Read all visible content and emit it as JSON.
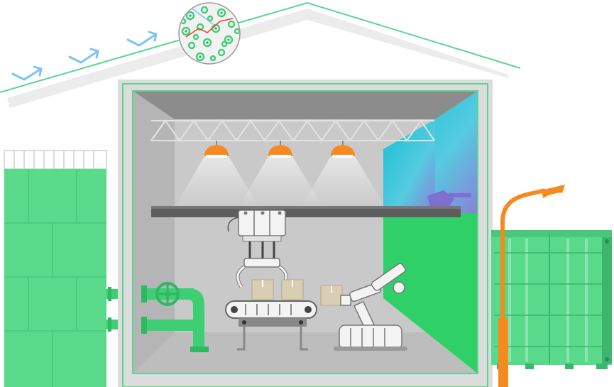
{
  "illustration": {
    "subject": "",
    "lamps": [
      {
        "name": "lamp-left"
      },
      {
        "name": "lamp-center"
      },
      {
        "name": "lamp-right"
      }
    ],
    "boxes": [
      {
        "name": "box-on-conveyor-left"
      },
      {
        "name": "box-on-conveyor-right"
      },
      {
        "name": "box-held-by-robot-arm"
      }
    ],
    "colors": {
      "green": "#3ecf72",
      "green_light": "#59d98a",
      "green_roof_line": "#5ad690",
      "gray_wall": "#c9c9c9",
      "gray_dark": "#666666",
      "orange": "#f58a1f",
      "cyan": "#22c3d6",
      "purple": "#7f6fd1",
      "box": "#d9cdb4",
      "arrow_blue": "#7cc4f2"
    }
  }
}
